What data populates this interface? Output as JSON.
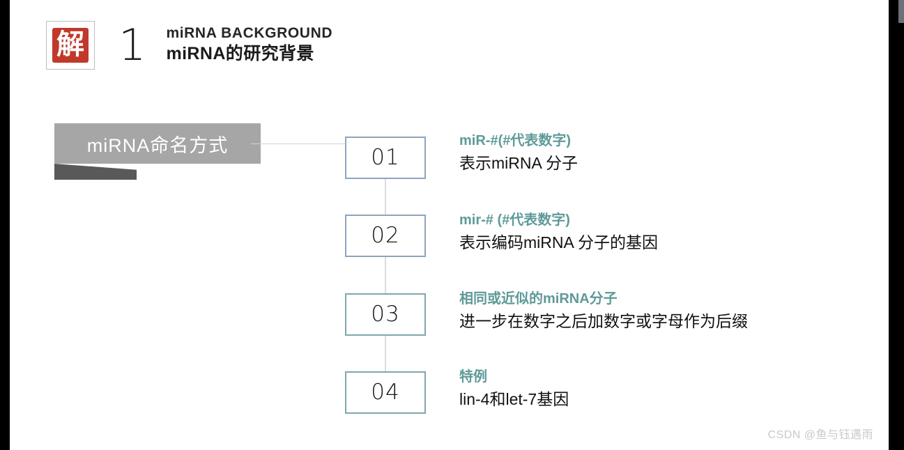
{
  "slide": {
    "header": {
      "seal_glyph": "解",
      "section_number": "1",
      "title_en": "miRNA BACKGROUND",
      "title_cn": "miRNA的研究背景"
    },
    "banner": {
      "label": "miRNA命名方式",
      "fill_color": "#a6a6a6",
      "shadow_color": "#595959",
      "text_color": "#ffffff"
    },
    "items": [
      {
        "number": "01",
        "heading": "miR-#(#代表数字)",
        "body": "表示miRNA 分子",
        "border_color": "#8ba4bf"
      },
      {
        "number": "02",
        "heading": "mir-# (#代表数字)",
        "body": "表示编码miRNA 分子的基因",
        "border_color": "#8ba4bf"
      },
      {
        "number": "03",
        "heading": "相同或近似的miRNA分子",
        "body": "进一步在数字之后加数字或字母作为后缀",
        "border_color": "#7fa6ae"
      },
      {
        "number": "04",
        "heading": "特例",
        "body": "lin-4和let-7基因",
        "border_color": "#7fa6ae"
      }
    ],
    "accent_color": "#5e9a98",
    "watermark": "CSDN @鱼与钰遇雨"
  }
}
